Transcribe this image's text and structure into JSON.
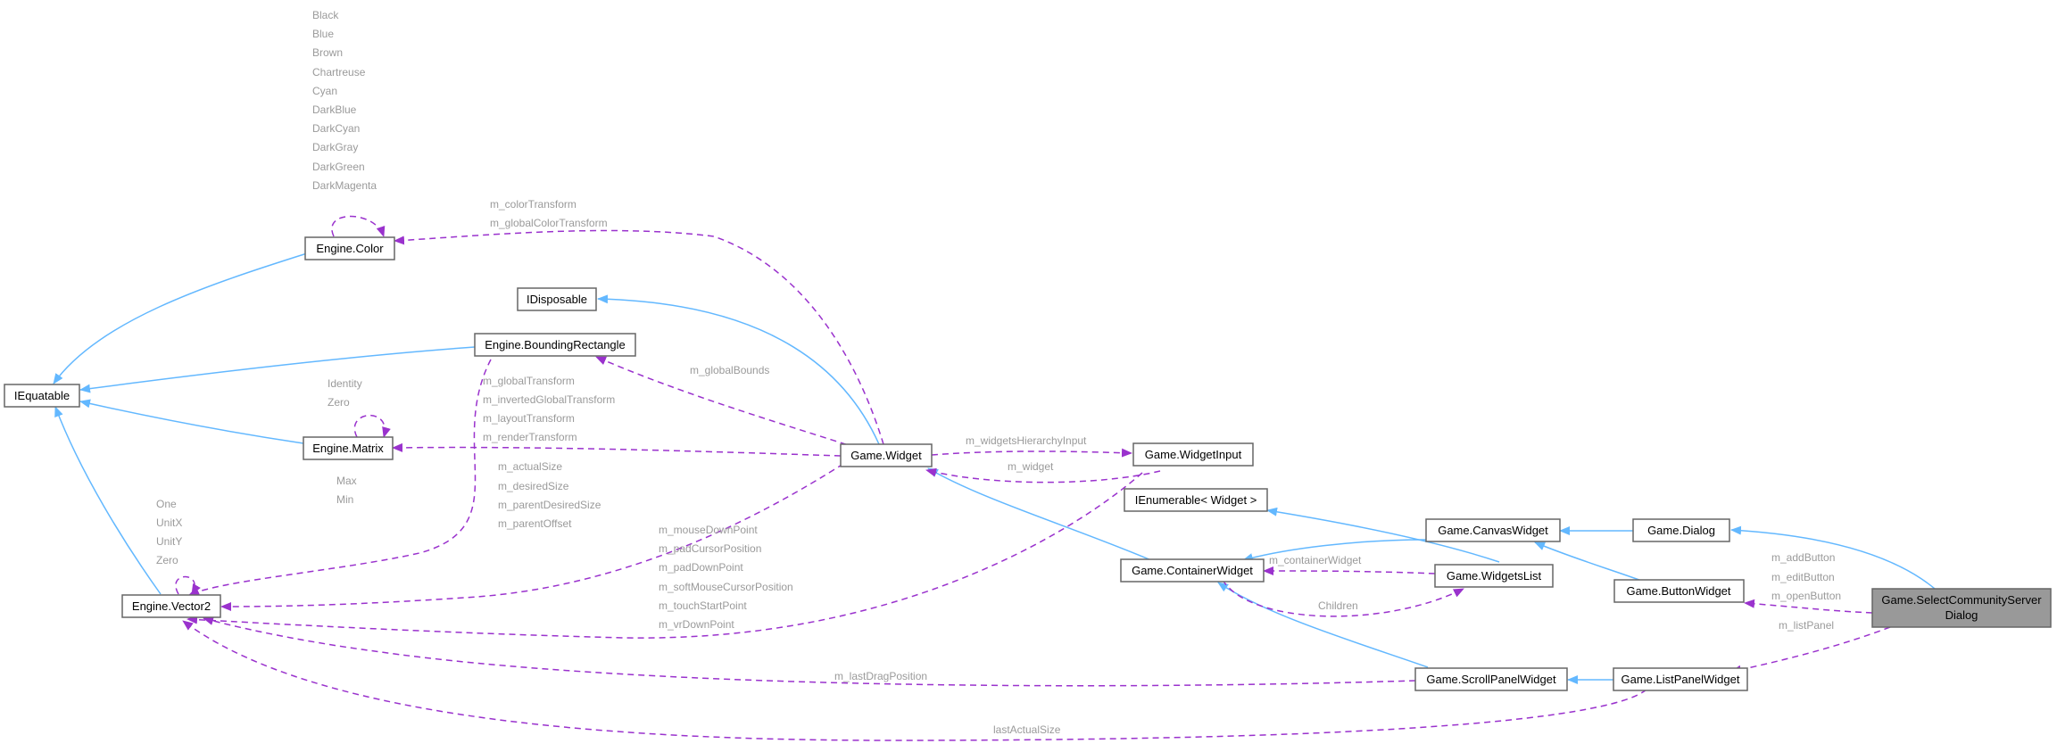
{
  "colors": {
    "inheritance_edge": "#63b8ff",
    "usage_edge": "#9a32cd",
    "node_border": "#666666",
    "focus_node_fill": "#999999",
    "label_text": "#9a9a9a"
  },
  "nodes": {
    "iequatable": "IEquatable",
    "engine_color": "Engine.Color",
    "idisposable": "IDisposable",
    "engine_bounding_rectangle": "Engine.BoundingRectangle",
    "engine_matrix": "Engine.Matrix",
    "engine_vector2": "Engine.Vector2",
    "game_widget": "Game.Widget",
    "game_widget_input": "Game.WidgetInput",
    "ienumerable_widget": "IEnumerable< Widget >",
    "game_container_widget": "Game.ContainerWidget",
    "game_canvas_widget": "Game.CanvasWidget",
    "game_widgets_list": "Game.WidgetsList",
    "game_scroll_panel_widget": "Game.ScrollPanelWidget",
    "game_dialog": "Game.Dialog",
    "game_button_widget": "Game.ButtonWidget",
    "game_list_panel_widget": "Game.ListPanelWidget",
    "select_dialog_line1": "Game.SelectCommunityServer",
    "select_dialog_line2": "Dialog"
  },
  "labels": {
    "color_names": [
      "Black",
      "Blue",
      "Brown",
      "Chartreuse",
      "Cyan",
      "DarkBlue",
      "DarkCyan",
      "DarkGray",
      "DarkGreen",
      "DarkMagenta"
    ],
    "matrix_members": [
      "Identity",
      "Zero"
    ],
    "vector2_members": [
      "One",
      "UnitX",
      "UnitY",
      "Zero"
    ],
    "max_min": [
      "Max",
      "Min"
    ],
    "color_transform": [
      "m_colorTransform",
      "m_globalColorTransform"
    ],
    "global_bounds": "m_globalBounds",
    "matrix_transforms": [
      "m_globalTransform",
      "m_invertedGlobalTransform",
      "m_layoutTransform",
      "m_renderTransform"
    ],
    "sizes": [
      "m_actualSize",
      "m_desiredSize",
      "m_parentDesiredSize",
      "m_parentOffset"
    ],
    "input_points": [
      "m_mouseDownPoint",
      "m_padCursorPosition",
      "m_padDownPoint",
      "m_softMouseCursorPosition",
      "m_touchStartPoint",
      "m_vrDownPoint"
    ],
    "hierarchy_input": "m_widgetsHierarchyInput",
    "widget": "m_widget",
    "container_widget": "m_containerWidget",
    "children": "Children",
    "buttons": [
      "m_addButton",
      "m_editButton",
      "m_openButton"
    ],
    "list_panel": "m_listPanel",
    "last_drag": "m_lastDragPosition",
    "last_actual_size": "lastActualSize"
  }
}
